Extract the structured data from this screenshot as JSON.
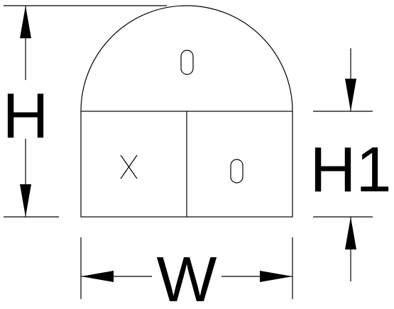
{
  "diagram": {
    "labels": {
      "height": "H",
      "lower_height": "H1",
      "width": "W"
    },
    "cells": {
      "dome": "O",
      "lower_left": "X",
      "lower_right": "O"
    },
    "colors": {
      "line": "#000000",
      "background": "#ffffff"
    }
  }
}
